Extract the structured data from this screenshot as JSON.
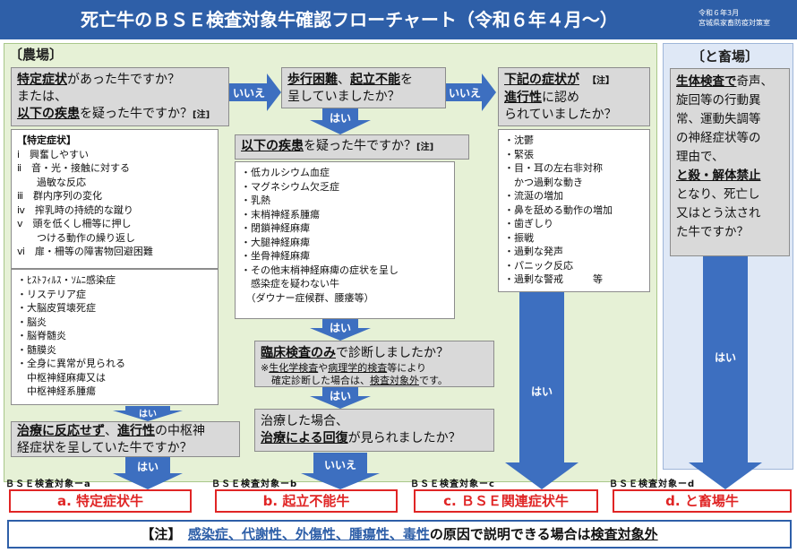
{
  "title": "死亡牛のＢＳＥ検査対象牛確認フローチャート（令和６年４月～）",
  "date": [
    "令和６年3月",
    "宮城県家畜防疫対策室"
  ],
  "regions": {
    "farm": "〔農場〕",
    "slaughter": "〔と畜場〕"
  },
  "q1": {
    "l1a": "特定症状",
    "l1b": "があった牛ですか？",
    "l2": "または、",
    "l3a": "以下の疾患",
    "l3b": "を疑った牛ですか？",
    "note": "[注]"
  },
  "q2": {
    "l1a": "歩行困難",
    "l1b": "、",
    "l1c": "起立不能",
    "l1d": "を",
    "l2": "呈していましたか？"
  },
  "q3": {
    "l1a": "下記の症状が",
    "note": "【注】",
    "l2a": "進行性",
    "l2b": "に認め",
    "l3": "られていましたか？"
  },
  "q4": {
    "l1a": "以下の疾患",
    "l1b": "を疑った牛ですか？",
    "note": "[注]"
  },
  "q5": {
    "l1a": "臨床検査のみ",
    "l1b": "で診断しましたか？",
    "n1a": "※",
    "n1b": "生化学検査",
    "n1c": "や",
    "n1d": "病理学的検査",
    "n1e": "等により",
    "n2a": "確定診断した場合は、",
    "n2b": "検査対象外",
    "n2c": "です。"
  },
  "q6": {
    "l1": "治療した場合、",
    "l2a": "治療による回復",
    "l2b": "が見られましたか？"
  },
  "q7": {
    "l1a": "治療に反応せず",
    "l1b": "、",
    "l1c": "進行性",
    "l1d": "の中枢神",
    "l2": "経症状を呈していた牛ですか？"
  },
  "q8": {
    "l1a": "生体検査で",
    "l1b": "奇声、",
    "l2": "旋回等の行動異",
    "l3": "常、運動失調等",
    "l4": "の神経症状等の",
    "l5": "理由で、",
    "l6": "と殺・解体禁止",
    "l7": "となり、死亡し",
    "l8": "又はとう汰され",
    "l9": "た牛ですか？"
  },
  "symptoms": {
    "header": "【特定症状】",
    "items": [
      "ⅰ　興奮しやすい",
      "ⅱ　音・光・接触に対する",
      "　　過敏な反応",
      "ⅲ　群内序列の変化",
      "ⅳ　搾乳時の持続的な蹴り",
      "ⅴ　頭を低くし柵等に押し",
      "　　つける動作の繰り返し",
      "ⅵ　扉・柵等の障害物回避困難"
    ]
  },
  "diseases1": [
    "・ﾋｽﾄﾌｨﾙｽ・ｿﾑﾆ感染症",
    "・リステリア症",
    "・大脳皮質壊死症",
    "・脳炎",
    "・脳脊髄炎",
    "・髄膜炎",
    "・全身に異常が見られる",
    "　中枢神経麻痺又は",
    "　中枢神経系腫瘍"
  ],
  "diseases2": [
    "・低カルシウム血症",
    "・マグネシウム欠乏症",
    "・乳熱",
    "・末梢神経系腫瘍",
    "・閉鎖神経麻痺",
    "・大腿神経麻痺",
    "・坐骨神経麻痺",
    "・その他末梢神経麻痺の症状を呈し",
    "　感染症を疑わない牛",
    "　（ダウナー症候群、腰痿等）"
  ],
  "symptoms2": [
    "・沈鬱",
    "・緊張",
    "・目・耳の左右非対称",
    "　かつ過剰な動き",
    "・流涎の増加",
    "・鼻を舐める動作の増加",
    "・歯ぎしり",
    "・振戦",
    "・過剰な発声",
    "・パニック反応",
    "・過剰な警戒　　　等"
  ],
  "labels": {
    "yes": "はい",
    "no": "いいえ"
  },
  "categories": [
    {
      "small": "ＢＳＥ検査対象ーa",
      "label": "a. 特定症状牛"
    },
    {
      "small": "ＢＳＥ検査対象ーb",
      "label": "b. 起立不能牛"
    },
    {
      "small": "ＢＳＥ検査対象ーc",
      "label": "c. ＢＳＥ関連症状牛"
    },
    {
      "small": "ＢＳＥ検査対象ーd",
      "label": "d. と畜場牛"
    }
  ],
  "footer": {
    "a": "【注】",
    "b": "感染症、代謝性、外傷性、腫瘍性、毒性",
    "c": "の原因で説明できる場合は",
    "d": "検査対象外"
  },
  "colors": {
    "title_bg": "#2e5fa8",
    "arrow": "#3d6fc0",
    "farm_bg": "#e6f1d6",
    "slaughter_bg": "#dfe8f6",
    "category_border": "#e02525"
  }
}
